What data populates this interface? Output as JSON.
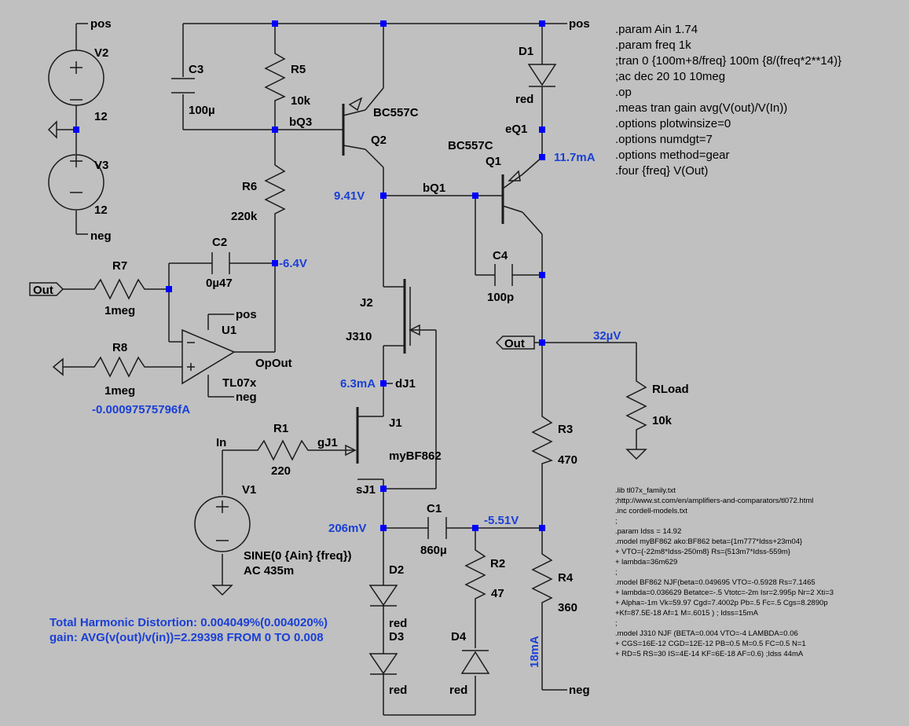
{
  "components": {
    "V2": {
      "name": "V2",
      "value": "12"
    },
    "V3": {
      "name": "V3",
      "value": "12"
    },
    "C3": {
      "name": "C3",
      "value": "100µ"
    },
    "R5": {
      "name": "R5",
      "value": "10k"
    },
    "Q2": {
      "name": "Q2",
      "model": "BC557C"
    },
    "R6": {
      "name": "R6",
      "value": "220k"
    },
    "C2": {
      "name": "C2",
      "value": "0µ47"
    },
    "R7": {
      "name": "R7",
      "value": "1meg"
    },
    "R8": {
      "name": "R8",
      "value": "1meg"
    },
    "U1": {
      "name": "U1",
      "model": "TL07x"
    },
    "D1": {
      "name": "D1",
      "value": "red"
    },
    "Q1": {
      "name": "Q1",
      "model": "BC557C"
    },
    "C4": {
      "name": "C4",
      "value": "100p"
    },
    "J2": {
      "name": "J2",
      "model": "J310"
    },
    "J1": {
      "name": "J1",
      "model": "myBF862"
    },
    "R1": {
      "name": "R1",
      "value": "220"
    },
    "V1": {
      "name": "V1",
      "line1": "SINE(0 {Ain} {freq})",
      "line2": "AC 435m"
    },
    "C1": {
      "name": "C1",
      "value": "860µ"
    },
    "R2": {
      "name": "R2",
      "value": "47"
    },
    "D2": {
      "name": "D2",
      "value": "red"
    },
    "D3": {
      "name": "D3",
      "value": "red"
    },
    "D4": {
      "name": "D4",
      "value": "red"
    },
    "R3": {
      "name": "R3",
      "value": "470"
    },
    "R4": {
      "name": "R4",
      "value": "360"
    },
    "RLoad": {
      "name": "RLoad",
      "value": "10k"
    }
  },
  "nets": {
    "pos": "pos",
    "neg": "neg",
    "bQ3": "bQ3",
    "bQ1": "bQ1",
    "eQ1": "eQ1",
    "dJ1": "dJ1",
    "gJ1": "gJ1",
    "sJ1": "sJ1",
    "OpOut": "OpOut",
    "In": "In",
    "Out": "Out"
  },
  "annotations": {
    "v_bq1": "9.41V",
    "v_opamp_neg": "-6.4V",
    "i_q1": "11.7mA",
    "v_out": "32µV",
    "i_j1": "6.3mA",
    "v_sj1": "206mV",
    "v_r3r4": "-5.51V",
    "i_r4": "18mA",
    "i_r8": "-0.00097575796fA",
    "thd": "Total Harmonic Distortion: 0.004049%(0.004020%)",
    "gain": "gain: AVG(v(out)/v(in))=2.29398 FROM 0 TO 0.008"
  },
  "directives": [
    ".param Ain 1.74",
    ".param freq 1k",
    ";tran 0 {100m+8/freq} 100m {8/(freq*2**14)}",
    ";ac dec 20 10 10meg",
    ".op",
    ".meas tran gain avg(V(out)/V(In))",
    ".options plotwinsize=0",
    ".options numdgt=7",
    ".options method=gear",
    ".four {freq} V(Out)"
  ],
  "library_text": [
    ".lib tl07x_family.txt",
    ";http://www.st.com/en/amplifiers-and-comparators/tl072.html",
    ".inc cordell-models.txt",
    ";",
    ".param Idss = 14.92",
    ".model myBF862 ako:BF862 beta={1m777*Idss+23m04}",
    "+ VTO={-22m8*Idss-250m8} Rs={513m7*Idss-559m}",
    "+ lambda=36m629",
    ";",
    ".model BF862 NJF(beta=0.049695 VTO=-0.5928 Rs=7.1465",
    "+ lambda=0.036629 Betatce=-.5 Vtotc=-2m Isr=2.995p Nr=2 Xti=3",
    "+ Alpha=-1m Vk=59.97 Cgd=7.4002p Pb=.5 Fc=.5 Cgs=8.2890p",
    "+Kf=87.5E-18 Af=1 M=.6015 ) ; Idss=15mA",
    ";",
    ".model J310 NJF (BETA=0.004 VTO=-4 LAMBDA=0.06",
    "+ CGS=16E-12 CGD=12E-12 PB=0.5 M=0.5 FC=0.5 N=1",
    "+ RD=5 RS=30 IS=4E-14 KF=6E-18 AF=0.6) ;Idss 44mA"
  ],
  "colors": {
    "background": "#c0c0c0",
    "wire": "#1a1a1a",
    "node": "#0000ff",
    "annotation": "#1a3fd6"
  }
}
